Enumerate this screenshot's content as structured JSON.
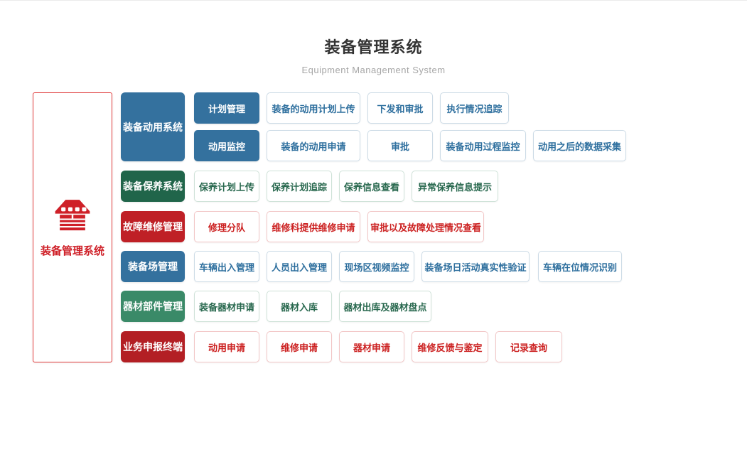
{
  "header": {
    "title": "装备管理系统",
    "subtitle": "Equipment Management System"
  },
  "root": {
    "label": "装备管理系统",
    "icon": "garage-icon"
  },
  "modules": {
    "mobilization": {
      "label": "装备动用系统",
      "sub": {
        "plan": {
          "label": "计划管理",
          "items": [
            "装备的动用计划上传",
            "下发和审批",
            "执行情况追踪"
          ]
        },
        "monitor": {
          "label": "动用监控",
          "items": [
            "装备的动用申请",
            "审批",
            "装备动用过程监控",
            "动用之后的数据采集"
          ]
        }
      }
    },
    "maintenance": {
      "label": "装备保养系统",
      "items": [
        "保养计划上传",
        "保养计划追踪",
        "保养信息查看",
        "异常保养信息提示"
      ]
    },
    "repair": {
      "label": "故障维修管理",
      "items": [
        "修理分队",
        "维修科提供维修申请",
        "审批以及故障处理情况查看"
      ]
    },
    "depot": {
      "label": "装备场管理",
      "items": [
        "车辆出入管理",
        "人员出入管理",
        "现场区视频监控",
        "装备场日活动真实性验证",
        "车辆在位情况识别"
      ]
    },
    "parts": {
      "label": "器材部件管理",
      "items": [
        "装备器材申请",
        "器材入库",
        "器材出库及器材盘点"
      ]
    },
    "terminal": {
      "label": "业务申报终端",
      "items": [
        "动用申请",
        "维修申请",
        "器材申请",
        "维修反馈与鉴定",
        "记录查询"
      ]
    }
  },
  "palette": {
    "blue": "#34719e",
    "dark_green": "#20654a",
    "red": "#bf2026",
    "green": "#3a8a68",
    "dark_red": "#b31f24",
    "accent_red": "#cf2028",
    "blue_text": "#2e6f9e",
    "green_text": "#28684e",
    "red_text": "#cc2222"
  }
}
